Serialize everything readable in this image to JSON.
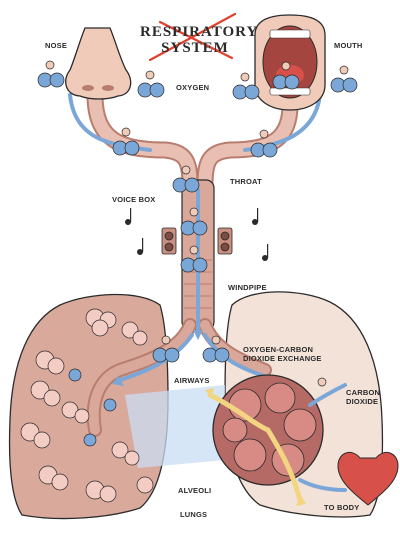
{
  "title": {
    "line1": "RESPIRATORY",
    "line2": "SYSTEM"
  },
  "labels": {
    "nose": "NOSE",
    "mouth": "MOUTH",
    "oxygen": "OXYGEN",
    "throat": "THROAT",
    "voice_box": "VOICE BOX",
    "windpipe": "WINDPIPE",
    "exchange_line1": "OXYGEN-CARBON",
    "exchange_line2": "DIOXIDE EXCHANGE",
    "airways": "AIRWAYS",
    "co2_line1": "CARBON",
    "co2_line2": "DIOXIDE",
    "alveoli": "ALVEOLI",
    "lungs": "LUNGS",
    "to_body": "TO BODY"
  },
  "colors": {
    "airway": "#d9a89a",
    "airway_dark": "#b97d6e",
    "lung_left": "#d9aa9c",
    "lung_right": "#f2e2d8",
    "oxygen_blue": "#7aa7d8",
    "highlight": "#c9ddf3",
    "accent_red": "#e2402f",
    "alveoli": "#f3ccc4",
    "outline": "#2b2b2b"
  }
}
